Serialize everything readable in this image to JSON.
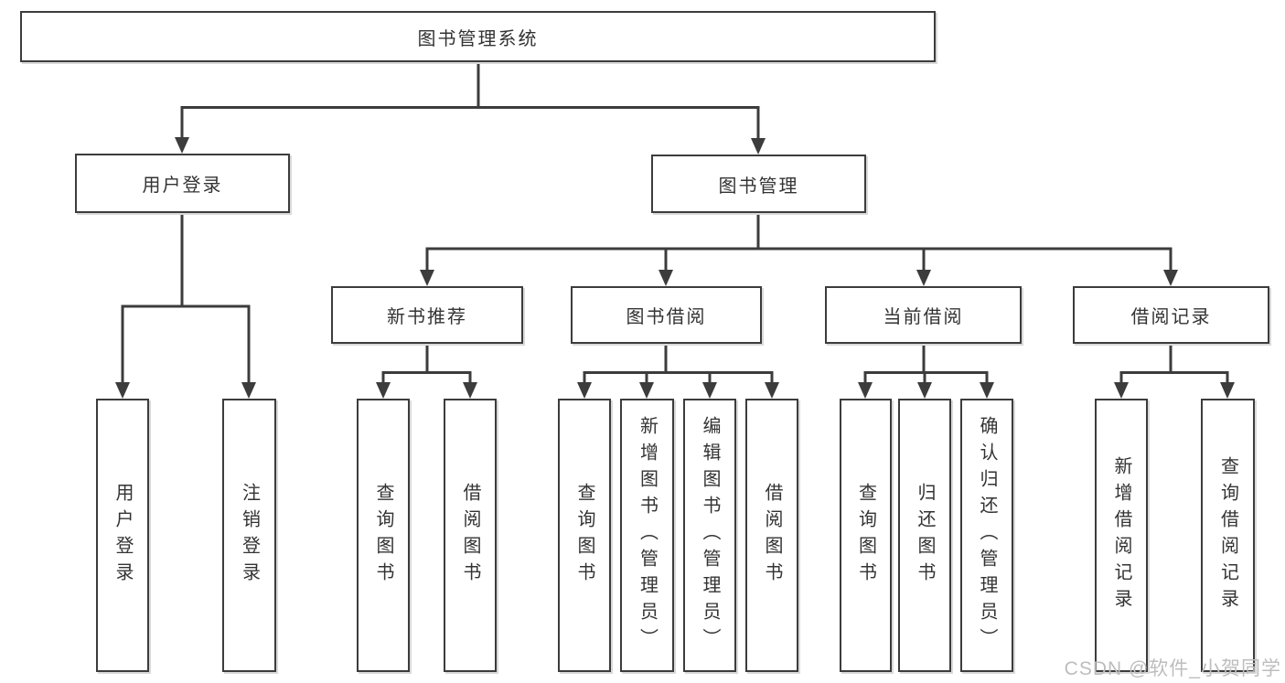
{
  "diagram_title": "图书管理系统",
  "tree": {
    "root": {
      "label": "图书管理系统"
    },
    "branches": [
      {
        "label": "用户登录",
        "children": [
          {
            "label": "用户登录"
          },
          {
            "label": "注销登录"
          }
        ]
      },
      {
        "label": "图书管理",
        "children": [
          {
            "label": "新书推荐",
            "children": [
              {
                "label": "查询图书"
              },
              {
                "label": "借阅图书"
              }
            ]
          },
          {
            "label": "图书借阅",
            "children": [
              {
                "label": "查询图书"
              },
              {
                "label": "新增图书（管理员）"
              },
              {
                "label": "编辑图书（管理员）"
              },
              {
                "label": "借阅图书"
              }
            ]
          },
          {
            "label": "当前借阅",
            "children": [
              {
                "label": "查询图书"
              },
              {
                "label": "归还图书"
              },
              {
                "label": "确认归还（管理员）"
              }
            ]
          },
          {
            "label": "借阅记录",
            "children": [
              {
                "label": "新增借阅记录"
              },
              {
                "label": "查询借阅记录"
              }
            ]
          }
        ]
      }
    ]
  },
  "watermark": "CSDN @软件_小贺同学",
  "colors": {
    "line": "#3c3c3c",
    "text": "#333333",
    "watermark": "#bdbdbd",
    "background": "#ffffff"
  }
}
